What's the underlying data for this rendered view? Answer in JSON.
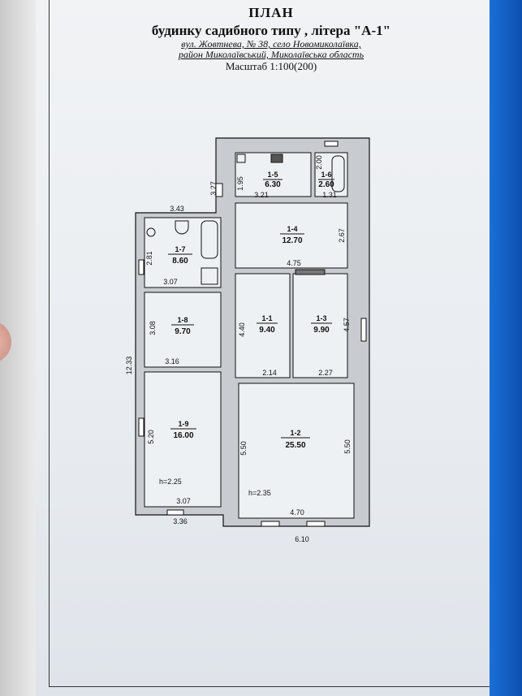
{
  "header": {
    "title": "ПЛАН",
    "subtitle": "будинку садибного типу , літера \"А-1\"",
    "address_line1": "вул. Жовтнева,    № 38, село Новомиколаївка,",
    "address_line2": "район Миколаївський,    Миколаївська область",
    "scale": "Масштаб 1:100(200)"
  },
  "rooms": [
    {
      "id": "1-1",
      "area": "9.40"
    },
    {
      "id": "1-2",
      "area": "25.50"
    },
    {
      "id": "1-3",
      "area": "9.90"
    },
    {
      "id": "1-4",
      "area": "12.70"
    },
    {
      "id": "1-5",
      "area": "6.30"
    },
    {
      "id": "1-6",
      "area": "2.60"
    },
    {
      "id": "1-7",
      "area": "8.60"
    },
    {
      "id": "1-8",
      "area": "9.70"
    },
    {
      "id": "1-9",
      "area": "16.00"
    }
  ],
  "dimensions": {
    "d_3_27": "3.27",
    "d_1_95": "1.95",
    "d_2_00": "2.00",
    "d_3_21": "3.21",
    "d_1_31": "1.31",
    "d_3_43": "3.43",
    "d_2_67": "2.67",
    "d_4_75": "4.75",
    "d_2_81": "2.81",
    "d_3_07a": "3.07",
    "d_3_08": "3.08",
    "d_4_40": "4.40",
    "d_4_57": "4.57",
    "d_12_33": "12.33",
    "d_3_16": "3.16",
    "d_2_14": "2.14",
    "d_2_27": "2.27",
    "d_5_20": "5.20",
    "d_5_50a": "5.50",
    "d_5_50b": "5.50",
    "d_3_07b": "3.07",
    "d_4_70": "4.70",
    "d_3_36": "3.36",
    "d_6_10": "6.10"
  },
  "heights": {
    "h1": "h=2.25",
    "h2": "h=2.35"
  }
}
